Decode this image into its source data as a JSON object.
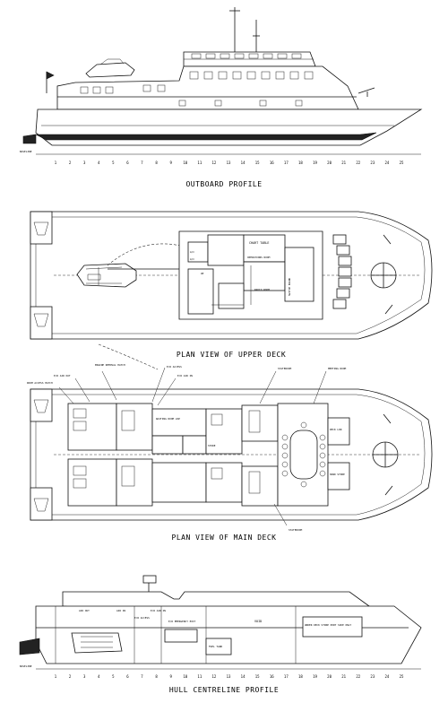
{
  "drawing": {
    "outboard_profile": {
      "caption": "OUTBOARD PROFILE",
      "baseline_label": "BASELINE",
      "frame_numbers": [
        "1",
        "2",
        "3",
        "4",
        "5",
        "6",
        "7",
        "8",
        "9",
        "10",
        "11",
        "12",
        "13",
        "14",
        "15",
        "16",
        "17",
        "18",
        "19",
        "20",
        "21",
        "22",
        "23",
        "24",
        "25"
      ]
    },
    "upper_deck": {
      "caption": "PLAN VIEW OF UPPER DECK",
      "labels": {
        "chart_table": "CHART TABLE",
        "operations_room": "OPERATIONS ROOM",
        "radio_room": "RADIO ROOM",
        "switch_board": "SWITCH BOARD",
        "ac1": "A/C",
        "ac2": "A/C",
        "up": "UP"
      }
    },
    "main_deck": {
      "caption": "PLAN VIEW OF MAIN DECK",
      "labels": {
        "engine_removal_hatch": "ENGINE REMOVAL HATCH",
        "er_air_out": "E/R AIR OUT",
        "room_access_hatch": "ROOM ACCESS HATCH",
        "er_access": "E/R ACCESS",
        "er_air_in": "E/R AIR IN",
        "stateroom_top": "STATEROOM",
        "meeting_room": "MEETING ROOM",
        "waiting_room": "WAITING ROOM 2AP",
        "store": "STORE",
        "deck_lkr": "DECK LKR",
        "hand_store": "HAND STORE",
        "stateroom_bottom": "STATEROOM"
      }
    },
    "hull_profile": {
      "caption": "HULL CENTRELINE PROFILE",
      "baseline_label": "BASELINE",
      "labels": {
        "air_out": "AIR OUT",
        "air_in": "AIR IN",
        "er_access": "E/R ACCESS",
        "er_air_in": "E/R AIR IN",
        "er_emergency_exit": "E/R EMERGENCY EXIT",
        "void": "VOID",
        "under_deck_store": "UNDER DECK STORE PORT SIDE ONLY",
        "fuel_tank": "FUEL TANK"
      },
      "frame_numbers": [
        "1",
        "2",
        "3",
        "4",
        "5",
        "6",
        "7",
        "8",
        "9",
        "10",
        "11",
        "12",
        "13",
        "14",
        "15",
        "16",
        "17",
        "18",
        "19",
        "20",
        "21",
        "22",
        "23",
        "24",
        "25"
      ]
    }
  }
}
